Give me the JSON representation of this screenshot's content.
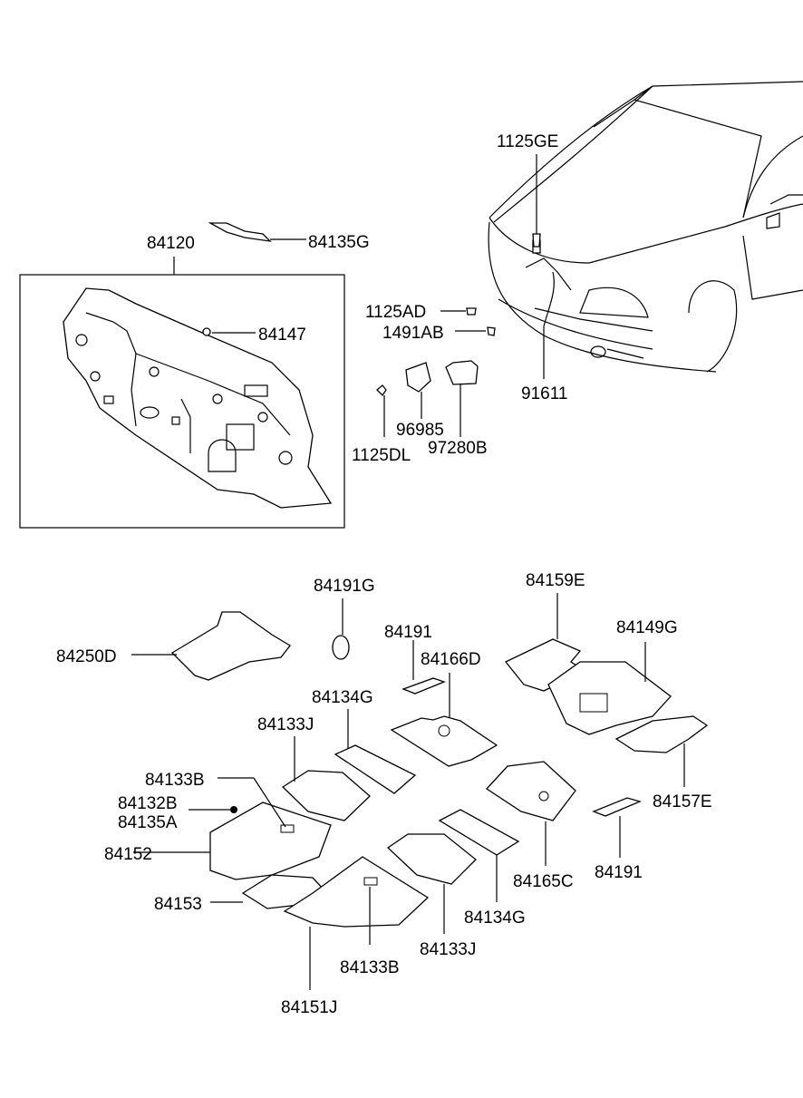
{
  "labels": {
    "l84120": "84120",
    "l84135G": "84135G",
    "l84147": "84147",
    "l1125GE": "1125GE",
    "l1125AD": "1125AD",
    "l1491AB": "1491AB",
    "l91611": "91611",
    "l96985": "96985",
    "l97280B": "97280B",
    "l1125DL": "1125DL",
    "l84191G": "84191G",
    "l84159E": "84159E",
    "l84191a": "84191",
    "l84149G": "84149G",
    "l84250D": "84250D",
    "l84166D": "84166D",
    "l84134Ga": "84134G",
    "l84133Ja": "84133J",
    "l84133Ba": "84133B",
    "l84132B": "84132B",
    "l84135A": "84135A",
    "l84152": "84152",
    "l84157E": "84157E",
    "l84191b": "84191",
    "l84165C": "84165C",
    "l84153": "84153",
    "l84134Gb": "84134G",
    "l84133Jb": "84133J",
    "l84133Bb": "84133B",
    "l84151J": "84151J"
  }
}
